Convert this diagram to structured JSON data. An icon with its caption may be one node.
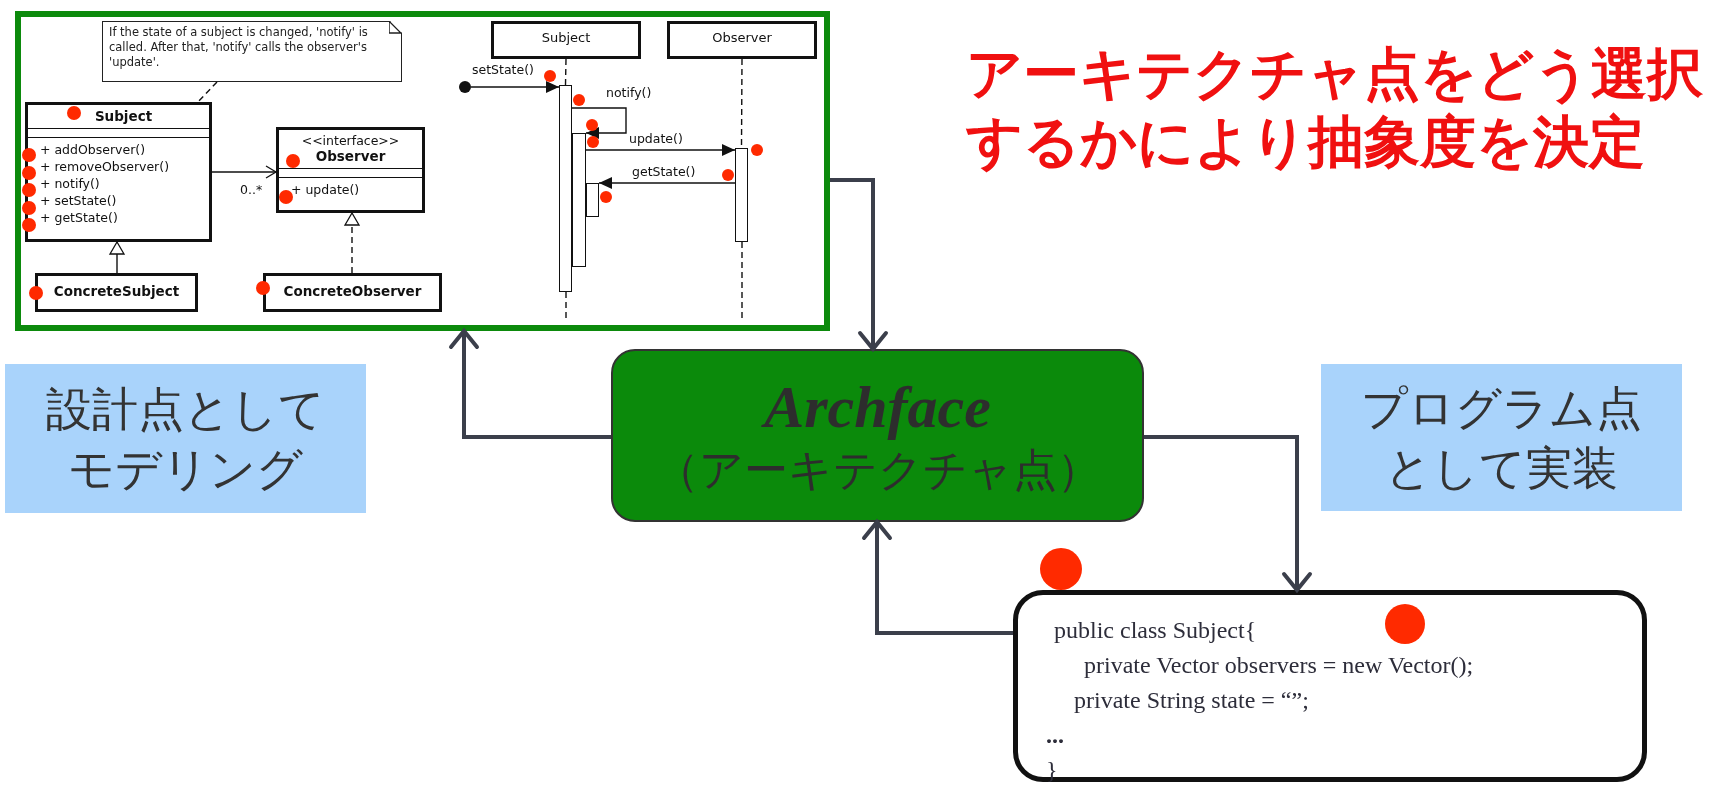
{
  "diagram": {
    "title": "アーキテクチャ点をどう選択するかにより抽象度を決定",
    "nodes": [
      {
        "text": [],
        "shape": "box"
      },
      {
        "text": [
          "If the state of a subject is changed, 'notify' is called. After that, 'notify' calls the observer's 'update'."
        ],
        "in": 0
      },
      {
        "text": [
          "Subject",
          "+ addObserver()",
          "+ removeObserver()",
          "+ notify()",
          "+ setState()",
          "+ getState()"
        ],
        "in": 0
      },
      {
        "text": [
          "<<interface>>",
          "Observer",
          "+ update()"
        ],
        "in": 0
      },
      {
        "text": [
          "ConcreteSubject"
        ],
        "in": 0
      },
      {
        "text": [
          "ConcreteObserver"
        ],
        "in": 0
      },
      {
        "text": [
          "Subject"
        ],
        "in": 0
      },
      {
        "text": [
          "Observer"
        ],
        "in": 0
      },
      {
        "text": [],
        "shape": "bar",
        "in": 0
      },
      {
        "text": [],
        "shape": "bar",
        "in": 0
      },
      {
        "text": [],
        "shape": "bar",
        "in": 0
      },
      {
        "text": [],
        "shape": "bar",
        "in": 0
      },
      {
        "text": [
          "設計点としてモデリング"
        ]
      },
      {
        "text": [
          "Archface",
          "（アーキテクチャ点）"
        ]
      },
      {
        "text": [
          "プログラム点として実装"
        ]
      },
      {
        "text": [
          "public class Subject{",
          "private Vector observers = new Vector();",
          "private String state = “”;",
          "...",
          "}"
        ]
      },
      {
        "text": [],
        "shape": "circle",
        "in": 0
      }
    ],
    "edges": [
      {
        "from": 1,
        "to": 2,
        "arrow": "none",
        "style": "dashed"
      },
      {
        "from": 2,
        "to": 3,
        "arrow": "to",
        "label": "0..*"
      },
      {
        "from": 4,
        "to": 2,
        "arrow": "to"
      },
      {
        "from": 5,
        "to": 3,
        "arrow": "to",
        "style": "dashed"
      },
      {
        "from": 6,
        "to": 8,
        "arrow": "none",
        "style": "dashed"
      },
      {
        "from": 7,
        "to": 11,
        "arrow": "none",
        "style": "dashed"
      },
      {
        "from": 16,
        "to": 8,
        "arrow": "to",
        "label": "setState()"
      },
      {
        "from": 8,
        "to": 9,
        "arrow": "to",
        "label": "notify()"
      },
      {
        "from": 9,
        "to": 11,
        "arrow": "to",
        "label": "update()"
      },
      {
        "from": 11,
        "to": 10,
        "arrow": "to",
        "label": "getState()"
      },
      {
        "from": 0,
        "to": 13,
        "arrow": "to",
        "style": "thick",
        "color": "#3b3f4b"
      },
      {
        "from": 13,
        "to": 0,
        "arrow": "to",
        "style": "thick",
        "color": "#3b3f4b"
      },
      {
        "from": 13,
        "to": 15,
        "arrow": "to",
        "style": "thick",
        "color": "#3b3f4b"
      },
      {
        "from": 15,
        "to": 13,
        "arrow": "to",
        "style": "thick",
        "color": "#3b3f4b"
      }
    ]
  }
}
